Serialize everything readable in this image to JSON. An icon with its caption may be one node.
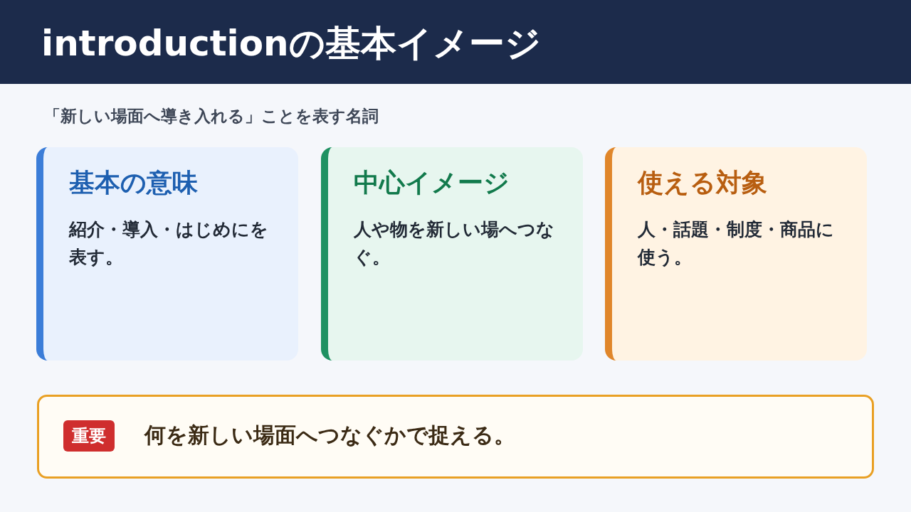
{
  "diagram": {
    "title": "introductionの基本イメージ",
    "nodes": [
      {
        "text": [
          "基本の意味",
          "紹介・導入・はじめにを表す。"
        ]
      },
      {
        "text": [
          "中心イメージ",
          "人や物を新しい場へつなぐ。"
        ]
      },
      {
        "text": [
          "使える対象",
          "人・話題・制度・商品に使う。"
        ]
      },
      {
        "text": [
          "何を新しい場面へつなぐかで捉える。"
        ]
      },
      {
        "text": [
          "重要"
        ],
        "in": 3
      }
    ],
    "labels": [
      "「新しい場面へ導き入れる」ことを表す名詞"
    ]
  }
}
